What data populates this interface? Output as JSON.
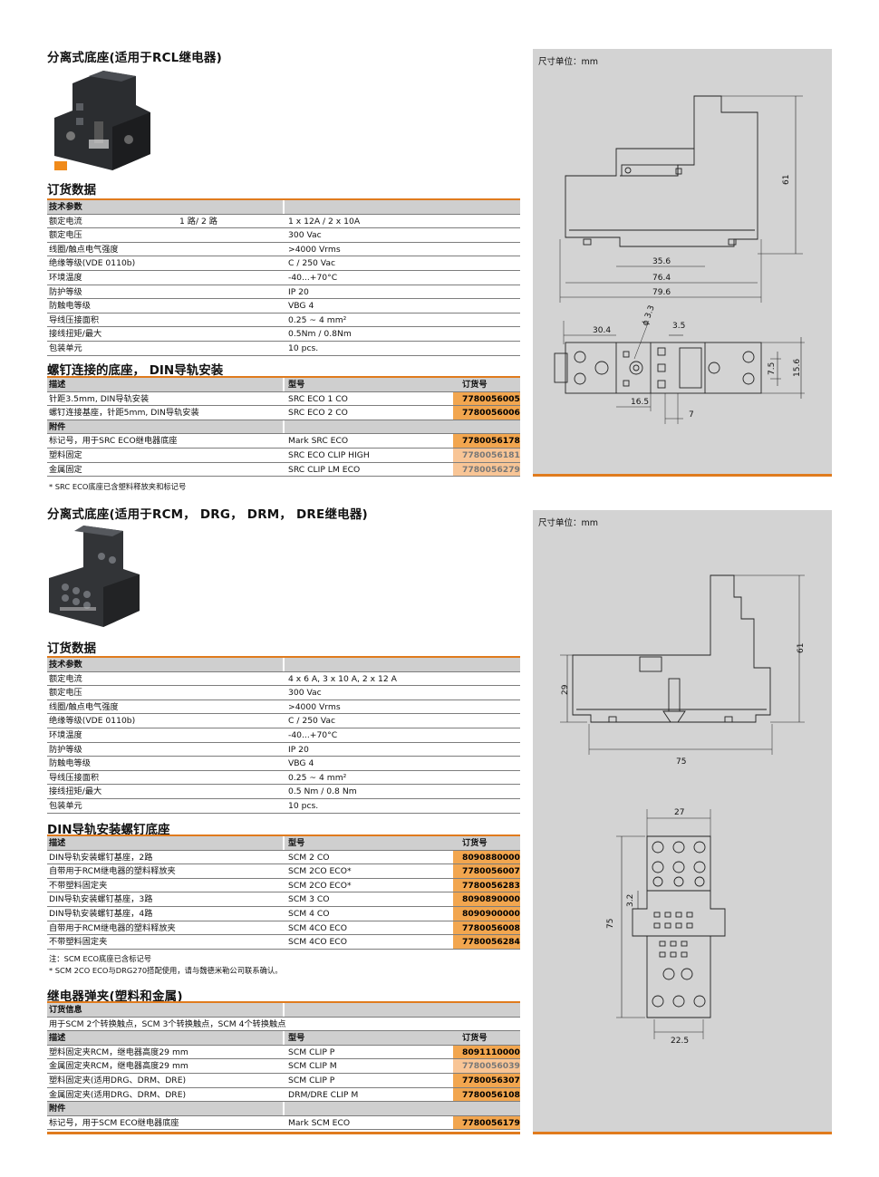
{
  "section1": {
    "title": "分离式底座(适用于RCL继电器)",
    "order_title": "订货数据",
    "tech_header": "技术参数",
    "specs": [
      {
        "label": "额定电流",
        "extra": "1 路/ 2 路",
        "value": "1 x 12A / 2 x 10A"
      },
      {
        "label": "额定电压",
        "value": "300 Vac"
      },
      {
        "label": "线圈/触点电气强度",
        "value": ">4000 Vrms"
      },
      {
        "label": "绝缘等级(VDE 0110b)",
        "value": "C / 250 Vac"
      },
      {
        "label": "环境温度",
        "value": "-40...+70°C"
      },
      {
        "label": "防护等级",
        "value": "IP 20"
      },
      {
        "label": "防触电等级",
        "value": "VBG 4"
      },
      {
        "label": "导线压接面积",
        "value": "0.25 ~ 4 mm²"
      },
      {
        "label": "接线扭矩/最大",
        "value": "0.5Nm / 0.8Nm"
      },
      {
        "label": "包装单元",
        "value": "10 pcs."
      }
    ],
    "sub_title": "螺钉连接的底座， DIN导轨安装",
    "col_desc": "描述",
    "col_type": "型号",
    "col_order": "订货号",
    "products": [
      {
        "desc": "针距3.5mm, DIN导轨安装",
        "type": "SRC ECO 1 CO",
        "order": "7780056005",
        "style": "orange"
      },
      {
        "desc": "螺钉连接基座，针距5mm, DIN导轨安装",
        "type": "SRC ECO 2 CO",
        "order": "7780056006",
        "style": "orange"
      }
    ],
    "acc_header": "附件",
    "accessories": [
      {
        "desc": "标记号，用于SRC ECO继电器底座",
        "type": "Mark SRC ECO",
        "order": "7780056178",
        "style": "orange"
      },
      {
        "desc": "塑料固定",
        "type": "SRC ECO CLIP HIGH",
        "order": "7780056181",
        "style": "peach"
      },
      {
        "desc": "金属固定",
        "type": "SRC CLIP LM ECO",
        "order": "7780056279",
        "style": "peach"
      }
    ],
    "note": "* SRC ECO底座已含塑料释放夹和标记号"
  },
  "section2": {
    "title": "分离式底座(适用于RCM， DRG， DRM， DRE继电器)",
    "order_title": "订货数据",
    "tech_header": "技术参数",
    "specs": [
      {
        "label": "额定电流",
        "value": "4 x 6 A, 3 x 10 A, 2 x 12 A"
      },
      {
        "label": "额定电压",
        "value": "300 Vac"
      },
      {
        "label": "线圈/触点电气强度",
        "value": ">4000 Vrms"
      },
      {
        "label": "绝缘等级(VDE 0110b)",
        "value": "C / 250 Vac"
      },
      {
        "label": "环境温度",
        "value": "-40...+70°C"
      },
      {
        "label": "防护等级",
        "value": "IP 20"
      },
      {
        "label": "防触电等级",
        "value": "VBG 4"
      },
      {
        "label": "导线压接面积",
        "value": "0.25 ~ 4 mm²"
      },
      {
        "label": "接线扭矩/最大",
        "value": "0.5 Nm / 0.8 Nm"
      },
      {
        "label": "包装单元",
        "value": "10 pcs."
      }
    ],
    "sub_title": "DIN导轨安装螺钉底座",
    "col_desc": "描述",
    "col_type": "型号",
    "col_order": "订货号",
    "products": [
      {
        "desc": "DIN导轨安装螺钉基座，2路",
        "type": "SCM 2 CO",
        "order": "8090880000",
        "style": "orange"
      },
      {
        "desc": "自带用于RCM继电器的塑料释放夹",
        "type": "SCM 2CO ECO*",
        "order": "7780056007",
        "style": "orange"
      },
      {
        "desc": "不带塑料固定夹",
        "type": "SCM 2CO ECO*",
        "order": "7780056283",
        "style": "orange"
      },
      {
        "desc": "DIN导轨安装螺钉基座，3路",
        "type": "SCM 3 CO",
        "order": "8090890000",
        "style": "orange"
      },
      {
        "desc": "DIN导轨安装螺钉基座，4路",
        "type": "SCM 4 CO",
        "order": "8090900000",
        "style": "orange"
      },
      {
        "desc": "自带用于RCM继电器的塑料释放夹",
        "type": "SCM 4CO ECO",
        "order": "7780056008",
        "style": "orange"
      },
      {
        "desc": "不带塑料固定夹",
        "type": "SCM 4CO ECO",
        "order": "7780056284",
        "style": "orange"
      }
    ],
    "note1": "注：SCM ECO底座已含标记号",
    "note2": "* SCM 2CO ECO与DRG270搭配使用，请与魏德米勒公司联系确认。"
  },
  "section3": {
    "title": "继电器弹夹(塑料和金属)",
    "info_header": "订货信息",
    "info_text": "用于SCM 2个转换触点，SCM 3个转换触点，SCM 4个转换触点",
    "col_desc": "描述",
    "col_type": "型号",
    "col_order": "订货号",
    "products": [
      {
        "desc": "塑料固定夹RCM，继电器高度29 mm",
        "type": "SCM CLIP P",
        "order": "8091110000",
        "style": "orange"
      },
      {
        "desc": "金属固定夹RCM，继电器高度29 mm",
        "type": "SCM CLIP M",
        "order": "7780056039",
        "style": "peach"
      },
      {
        "desc": "塑料固定夹(适用DRG、DRM、DRE)",
        "type": "SCM CLIP P",
        "order": "7780056307",
        "style": "orange"
      },
      {
        "desc": "金属固定夹(适用DRG、DRM、DRE)",
        "type": "DRM/DRE CLIP M",
        "order": "7780056108",
        "style": "orange"
      }
    ],
    "acc_header": "附件",
    "accessories": [
      {
        "desc": "标记号，用于SCM ECO继电器底座",
        "type": "Mark SCM ECO",
        "order": "7780056179",
        "style": "orange"
      }
    ]
  },
  "panel1": {
    "unit": "尺寸单位：mm",
    "dims": {
      "h61": "61",
      "w356": "35.6",
      "w764": "76.4",
      "w796": "79.6",
      "w304": "30.4",
      "d33": "ϕ 3.3",
      "w35": "3.5",
      "h75": "7.5",
      "h156": "15.6",
      "w165": "16.5",
      "w7": "7"
    }
  },
  "panel2": {
    "unit": "尺寸单位：mm",
    "dims": {
      "h61": "61",
      "h29": "29",
      "w75": "75",
      "w27": "27",
      "h75": "75",
      "h32": "3.2",
      "w225": "22.5"
    }
  }
}
